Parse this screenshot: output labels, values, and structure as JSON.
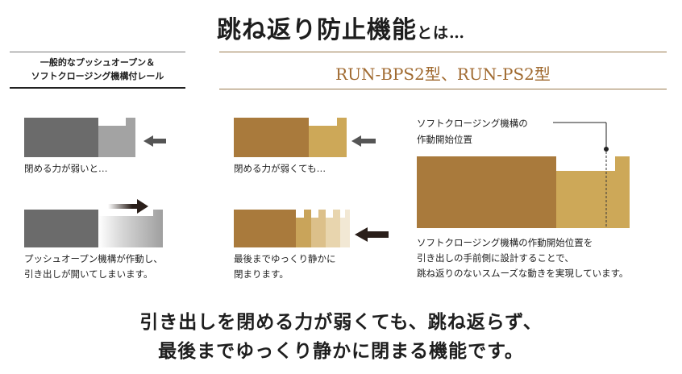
{
  "title": {
    "main": "跳ね返り防止機能",
    "suffix": "とは…"
  },
  "left_header": {
    "line1": "一般的なプッシュオープン＆",
    "line2": "ソフトクロージング機構付レール"
  },
  "right_header": "RUN-BPS2型、RUN-PS2型",
  "captions": {
    "left_top": "閉める力が弱いと…",
    "left_bottom_1": "プッシュオープン機構が作動し、",
    "left_bottom_2": "引き出しが開いてしまいます。",
    "mid_top": "閉める力が弱くても…",
    "mid_bottom_1": "最後までゆっくり静かに",
    "mid_bottom_2": "閉まります。",
    "right_callout_1": "ソフトクロージング機構の",
    "right_callout_2": "作動開始位置",
    "right_desc_1": "ソフトクロージング機構の作動開始位置を",
    "right_desc_2": "引き出しの手前側に設計することで、",
    "right_desc_3": "跳ね返りのないスムーズな動きを実現しています。"
  },
  "bottom_text": {
    "line1": "引き出しを閉める力が弱くても、跳ね返らず、",
    "line2": "最後までゆっくり静かに閉まる機能です。"
  },
  "colors": {
    "gray_dark": "#6b6b6b",
    "gray_light": "#a3a3a3",
    "gold_dark": "#a97a3c",
    "gold_light": "#cda858",
    "arrow_gray": "#555555",
    "arrow_black": "#2a1f1a"
  }
}
